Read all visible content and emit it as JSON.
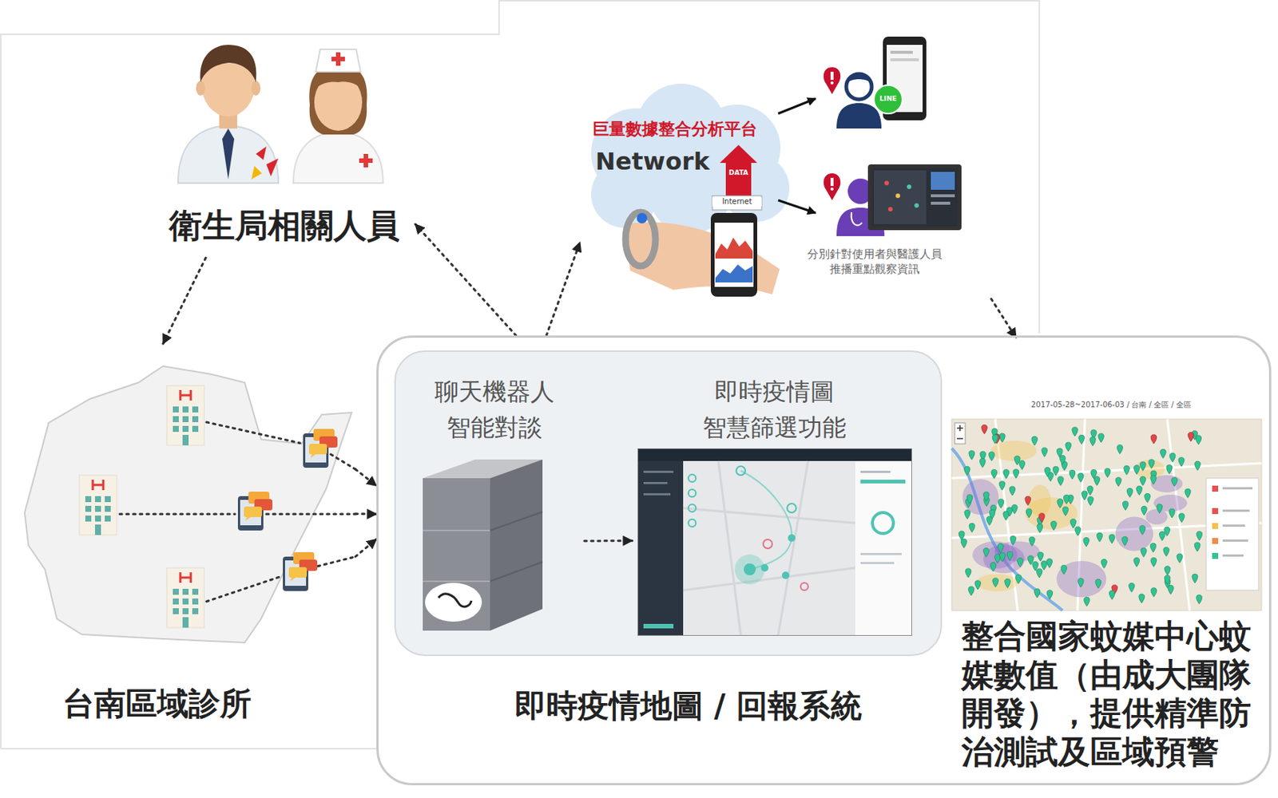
{
  "diagram": {
    "nodes": [
      {
        "text": [
          "衛生局相關人員"
        ]
      },
      {
        "text": [
          "巨量數據整合分析平台",
          "Network",
          "分別針對使用者與醫護人員 推播重點觀察資訊"
        ]
      },
      {
        "text": [
          "台南區域診所"
        ]
      },
      {
        "text": [
          "即時疫情地圖 / 回報系統"
        ]
      },
      {
        "text": [
          "聊天機器人 智能對談"
        ],
        "in": 3
      },
      {
        "text": [
          "即時疫情圖 智慧篩選功能"
        ],
        "in": 3
      },
      {
        "text": [
          "整合國家蚊媒中心蚊媒數值（由成大團隊開發），提供精準防治測試及區域預警"
        ],
        "in": 3
      }
    ],
    "edges": [
      {
        "from": 3,
        "to": 0,
        "arrow": "to"
      },
      {
        "from": 0,
        "to": 2,
        "arrow": "to"
      },
      {
        "from": 3,
        "to": 1,
        "arrow": "to"
      },
      {
        "from": 1,
        "to": 6,
        "arrow": "to"
      },
      {
        "from": 2,
        "to": 3,
        "arrow": "to"
      },
      {
        "from": 2,
        "to": 3,
        "arrow": "to"
      },
      {
        "from": 2,
        "to": 3,
        "arrow": "to"
      },
      {
        "from": 4,
        "to": 5,
        "arrow": "to"
      }
    ],
    "labels": [
      "DATA",
      "Internet",
      "LINE",
      "2017-05-28~2017-06-03 / 台南 / 全區 / 全區"
    ]
  }
}
